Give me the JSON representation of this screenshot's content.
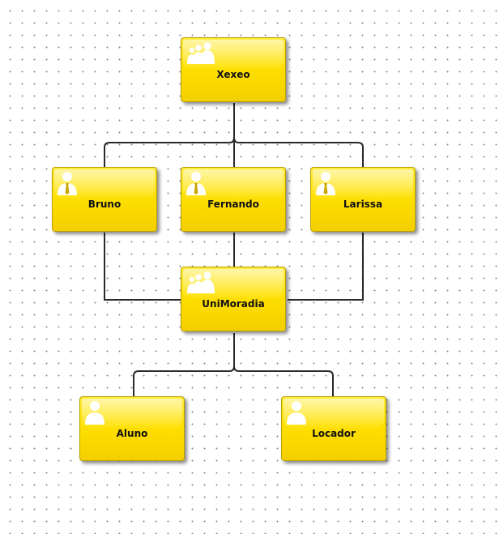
{
  "diagram": {
    "nodes": [
      {
        "id": "xexeo",
        "label": "Xexeo",
        "icon": "group-icon"
      },
      {
        "id": "bruno",
        "label": "Bruno",
        "icon": "person-tie-icon"
      },
      {
        "id": "fernando",
        "label": "Fernando",
        "icon": "person-tie-icon"
      },
      {
        "id": "larissa",
        "label": "Larissa",
        "icon": "person-tie-icon"
      },
      {
        "id": "unimoradia",
        "label": "UniMoradia",
        "icon": "group-icon"
      },
      {
        "id": "aluno",
        "label": "Aluno",
        "icon": "person-icon"
      },
      {
        "id": "locador",
        "label": "Locador",
        "icon": "person-icon"
      }
    ],
    "edges": [
      {
        "from": "xexeo",
        "to": "bruno"
      },
      {
        "from": "xexeo",
        "to": "fernando"
      },
      {
        "from": "xexeo",
        "to": "larissa"
      },
      {
        "from": "bruno",
        "to": "unimoradia"
      },
      {
        "from": "fernando",
        "to": "unimoradia"
      },
      {
        "from": "larissa",
        "to": "unimoradia"
      },
      {
        "from": "unimoradia",
        "to": "aluno"
      },
      {
        "from": "unimoradia",
        "to": "locador"
      }
    ]
  }
}
